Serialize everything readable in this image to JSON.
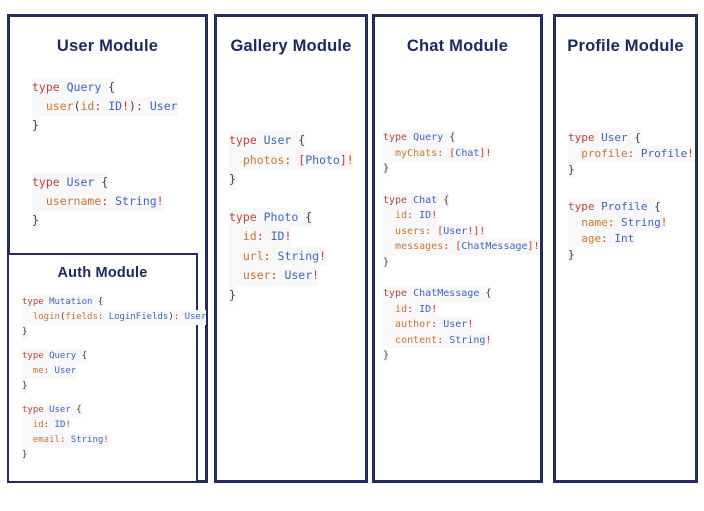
{
  "colors": {
    "panel_border": "#242b5e",
    "title_text": "#1c2862",
    "keyword_red": "#b5443c",
    "type_blue": "#3d63c1",
    "field_orange": "#c87630",
    "punct_dark": "#3d3d3d",
    "symbol_red": "#c03a2e",
    "background": "#ffffff"
  },
  "modules": [
    {
      "id": "user",
      "title": "User Module",
      "blocks": [
        [
          [
            [
              "type ",
              "k"
            ],
            [
              "Query",
              "t"
            ],
            [
              " {",
              "p"
            ]
          ],
          [
            [
              "  ",
              "p"
            ],
            [
              "user",
              "f"
            ],
            [
              "(",
              "p"
            ],
            [
              "id",
              "f"
            ],
            [
              ":",
              "r"
            ],
            [
              " ",
              "p"
            ],
            [
              "ID",
              "t"
            ],
            [
              "!",
              "r"
            ],
            [
              ")",
              "p"
            ],
            [
              ":",
              "r"
            ],
            [
              " ",
              "p"
            ],
            [
              "User",
              "t"
            ]
          ],
          [
            [
              "}",
              "p"
            ]
          ]
        ],
        [
          [
            [
              "type ",
              "k"
            ],
            [
              "User",
              "t"
            ],
            [
              " {",
              "p"
            ]
          ],
          [
            [
              "  ",
              "p"
            ],
            [
              "username",
              "f"
            ],
            [
              ":",
              "r"
            ],
            [
              " ",
              "p"
            ],
            [
              "String",
              "t"
            ],
            [
              "!",
              "r"
            ]
          ],
          [
            [
              "}",
              "p"
            ]
          ]
        ]
      ]
    },
    {
      "id": "auth",
      "title": "Auth Module",
      "blocks": [
        [
          [
            [
              "type ",
              "k"
            ],
            [
              "Mutation",
              "t"
            ],
            [
              " {",
              "p"
            ]
          ],
          [
            [
              "  ",
              "p"
            ],
            [
              "login",
              "f"
            ],
            [
              "(",
              "p"
            ],
            [
              "fields",
              "f"
            ],
            [
              ":",
              "r"
            ],
            [
              " ",
              "p"
            ],
            [
              "LoginFields",
              "t"
            ],
            [
              ")",
              "p"
            ],
            [
              ":",
              "r"
            ],
            [
              " ",
              "p"
            ],
            [
              "User",
              "t"
            ]
          ],
          [
            [
              "}",
              "p"
            ]
          ]
        ],
        [
          [
            [
              "type ",
              "k"
            ],
            [
              "Query",
              "t"
            ],
            [
              " {",
              "p"
            ]
          ],
          [
            [
              "  ",
              "p"
            ],
            [
              "me",
              "f"
            ],
            [
              ":",
              "r"
            ],
            [
              " ",
              "p"
            ],
            [
              "User",
              "t"
            ]
          ],
          [
            [
              "}",
              "p"
            ]
          ]
        ],
        [
          [
            [
              "type ",
              "k"
            ],
            [
              "User",
              "t"
            ],
            [
              " {",
              "p"
            ]
          ],
          [
            [
              "  ",
              "p"
            ],
            [
              "id",
              "f"
            ],
            [
              ":",
              "r"
            ],
            [
              " ",
              "p"
            ],
            [
              "ID",
              "t"
            ],
            [
              "!",
              "r"
            ]
          ],
          [
            [
              "  ",
              "p"
            ],
            [
              "email",
              "f"
            ],
            [
              ":",
              "r"
            ],
            [
              " ",
              "p"
            ],
            [
              "String",
              "t"
            ],
            [
              "!",
              "r"
            ]
          ],
          [
            [
              "}",
              "p"
            ]
          ]
        ]
      ]
    },
    {
      "id": "gallery",
      "title": "Gallery Module",
      "blocks": [
        [
          [
            [
              "type ",
              "k"
            ],
            [
              "User",
              "t"
            ],
            [
              " {",
              "p"
            ]
          ],
          [
            [
              "  ",
              "p"
            ],
            [
              "photos",
              "f"
            ],
            [
              ":",
              "r"
            ],
            [
              " ",
              "p"
            ],
            [
              "[",
              "r"
            ],
            [
              "Photo",
              "t"
            ],
            [
              "]",
              "r"
            ],
            [
              "!",
              "r"
            ]
          ],
          [
            [
              "}",
              "p"
            ]
          ]
        ],
        [
          [
            [
              "type ",
              "k"
            ],
            [
              "Photo",
              "t"
            ],
            [
              " {",
              "p"
            ]
          ],
          [
            [
              "  ",
              "p"
            ],
            [
              "id",
              "f"
            ],
            [
              ":",
              "r"
            ],
            [
              " ",
              "p"
            ],
            [
              "ID",
              "t"
            ],
            [
              "!",
              "r"
            ]
          ],
          [
            [
              "  ",
              "p"
            ],
            [
              "url",
              "f"
            ],
            [
              ":",
              "r"
            ],
            [
              " ",
              "p"
            ],
            [
              "String",
              "t"
            ],
            [
              "!",
              "r"
            ]
          ],
          [
            [
              "  ",
              "p"
            ],
            [
              "user",
              "f"
            ],
            [
              ":",
              "r"
            ],
            [
              " ",
              "p"
            ],
            [
              "User",
              "t"
            ],
            [
              "!",
              "r"
            ]
          ],
          [
            [
              "}",
              "p"
            ]
          ]
        ]
      ]
    },
    {
      "id": "chat",
      "title": "Chat Module",
      "blocks": [
        [
          [
            [
              "type ",
              "k"
            ],
            [
              "Query",
              "t"
            ],
            [
              " {",
              "p"
            ]
          ],
          [
            [
              "  ",
              "p"
            ],
            [
              "myChats",
              "f"
            ],
            [
              ":",
              "r"
            ],
            [
              " ",
              "p"
            ],
            [
              "[",
              "r"
            ],
            [
              "Chat",
              "t"
            ],
            [
              "]",
              "r"
            ],
            [
              "!",
              "r"
            ]
          ],
          [
            [
              "}",
              "p"
            ]
          ]
        ],
        [
          [
            [
              "type ",
              "k"
            ],
            [
              "Chat",
              "t"
            ],
            [
              " {",
              "p"
            ]
          ],
          [
            [
              "  ",
              "p"
            ],
            [
              "id",
              "f"
            ],
            [
              ":",
              "r"
            ],
            [
              " ",
              "p"
            ],
            [
              "ID",
              "t"
            ],
            [
              "!",
              "r"
            ]
          ],
          [
            [
              "  ",
              "p"
            ],
            [
              "users",
              "f"
            ],
            [
              ":",
              "r"
            ],
            [
              " ",
              "p"
            ],
            [
              "[",
              "r"
            ],
            [
              "User",
              "t"
            ],
            [
              "!",
              "r"
            ],
            [
              "]",
              "r"
            ],
            [
              "!",
              "r"
            ]
          ],
          [
            [
              "  ",
              "p"
            ],
            [
              "messages",
              "f"
            ],
            [
              ":",
              "r"
            ],
            [
              " ",
              "p"
            ],
            [
              "[",
              "r"
            ],
            [
              "ChatMessage",
              "t"
            ],
            [
              "]",
              "r"
            ],
            [
              "!",
              "r"
            ]
          ],
          [
            [
              "}",
              "p"
            ]
          ]
        ],
        [
          [
            [
              "type ",
              "k"
            ],
            [
              "ChatMessage",
              "t"
            ],
            [
              " {",
              "p"
            ]
          ],
          [
            [
              "  ",
              "p"
            ],
            [
              "id",
              "f"
            ],
            [
              ":",
              "r"
            ],
            [
              " ",
              "p"
            ],
            [
              "ID",
              "t"
            ],
            [
              "!",
              "r"
            ]
          ],
          [
            [
              "  ",
              "p"
            ],
            [
              "author",
              "f"
            ],
            [
              ":",
              "r"
            ],
            [
              " ",
              "p"
            ],
            [
              "User",
              "t"
            ],
            [
              "!",
              "r"
            ]
          ],
          [
            [
              "  ",
              "p"
            ],
            [
              "content",
              "f"
            ],
            [
              ":",
              "r"
            ],
            [
              " ",
              "p"
            ],
            [
              "String",
              "t"
            ],
            [
              "!",
              "r"
            ]
          ],
          [
            [
              "}",
              "p"
            ]
          ]
        ]
      ]
    },
    {
      "id": "profile",
      "title": "Profile Module",
      "blocks": [
        [
          [
            [
              "type ",
              "k"
            ],
            [
              "User",
              "t"
            ],
            [
              " {",
              "p"
            ]
          ],
          [
            [
              "  ",
              "p"
            ],
            [
              "profile",
              "f"
            ],
            [
              ":",
              "r"
            ],
            [
              " ",
              "p"
            ],
            [
              "Profile",
              "t"
            ],
            [
              "!",
              "r"
            ]
          ],
          [
            [
              "}",
              "p"
            ]
          ]
        ],
        [
          [
            [
              "type ",
              "k"
            ],
            [
              "Profile",
              "t"
            ],
            [
              " {",
              "p"
            ]
          ],
          [
            [
              "  ",
              "p"
            ],
            [
              "name",
              "f"
            ],
            [
              ":",
              "r"
            ],
            [
              " ",
              "p"
            ],
            [
              "String",
              "t"
            ],
            [
              "!",
              "r"
            ]
          ],
          [
            [
              "  ",
              "p"
            ],
            [
              "age",
              "f"
            ],
            [
              ":",
              "r"
            ],
            [
              " ",
              "p"
            ],
            [
              "Int",
              "t"
            ]
          ],
          [
            [
              "}",
              "p"
            ]
          ]
        ]
      ]
    }
  ]
}
